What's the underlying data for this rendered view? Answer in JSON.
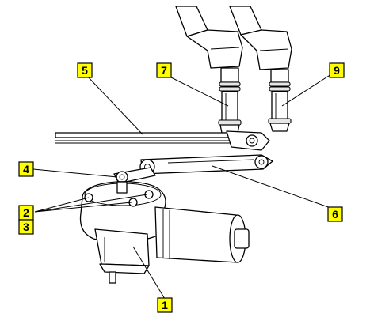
{
  "diagram": {
    "parts": [
      "wiper-motor",
      "mounting-bolts",
      "crank-arm",
      "wiper-linkage-rod",
      "connecting-rod",
      "wiper-spindle-left",
      "wiper-spindle-right",
      "wiper-arm-left",
      "wiper-arm-right"
    ],
    "callout_color": "#ffff00",
    "callouts": [
      {
        "id": "c1",
        "label": "1"
      },
      {
        "id": "c2",
        "label": "2"
      },
      {
        "id": "c3",
        "label": "3"
      },
      {
        "id": "c4",
        "label": "4"
      },
      {
        "id": "c5",
        "label": "5"
      },
      {
        "id": "c6",
        "label": "6"
      },
      {
        "id": "c7",
        "label": "7"
      },
      {
        "id": "c9",
        "label": "9"
      }
    ]
  }
}
